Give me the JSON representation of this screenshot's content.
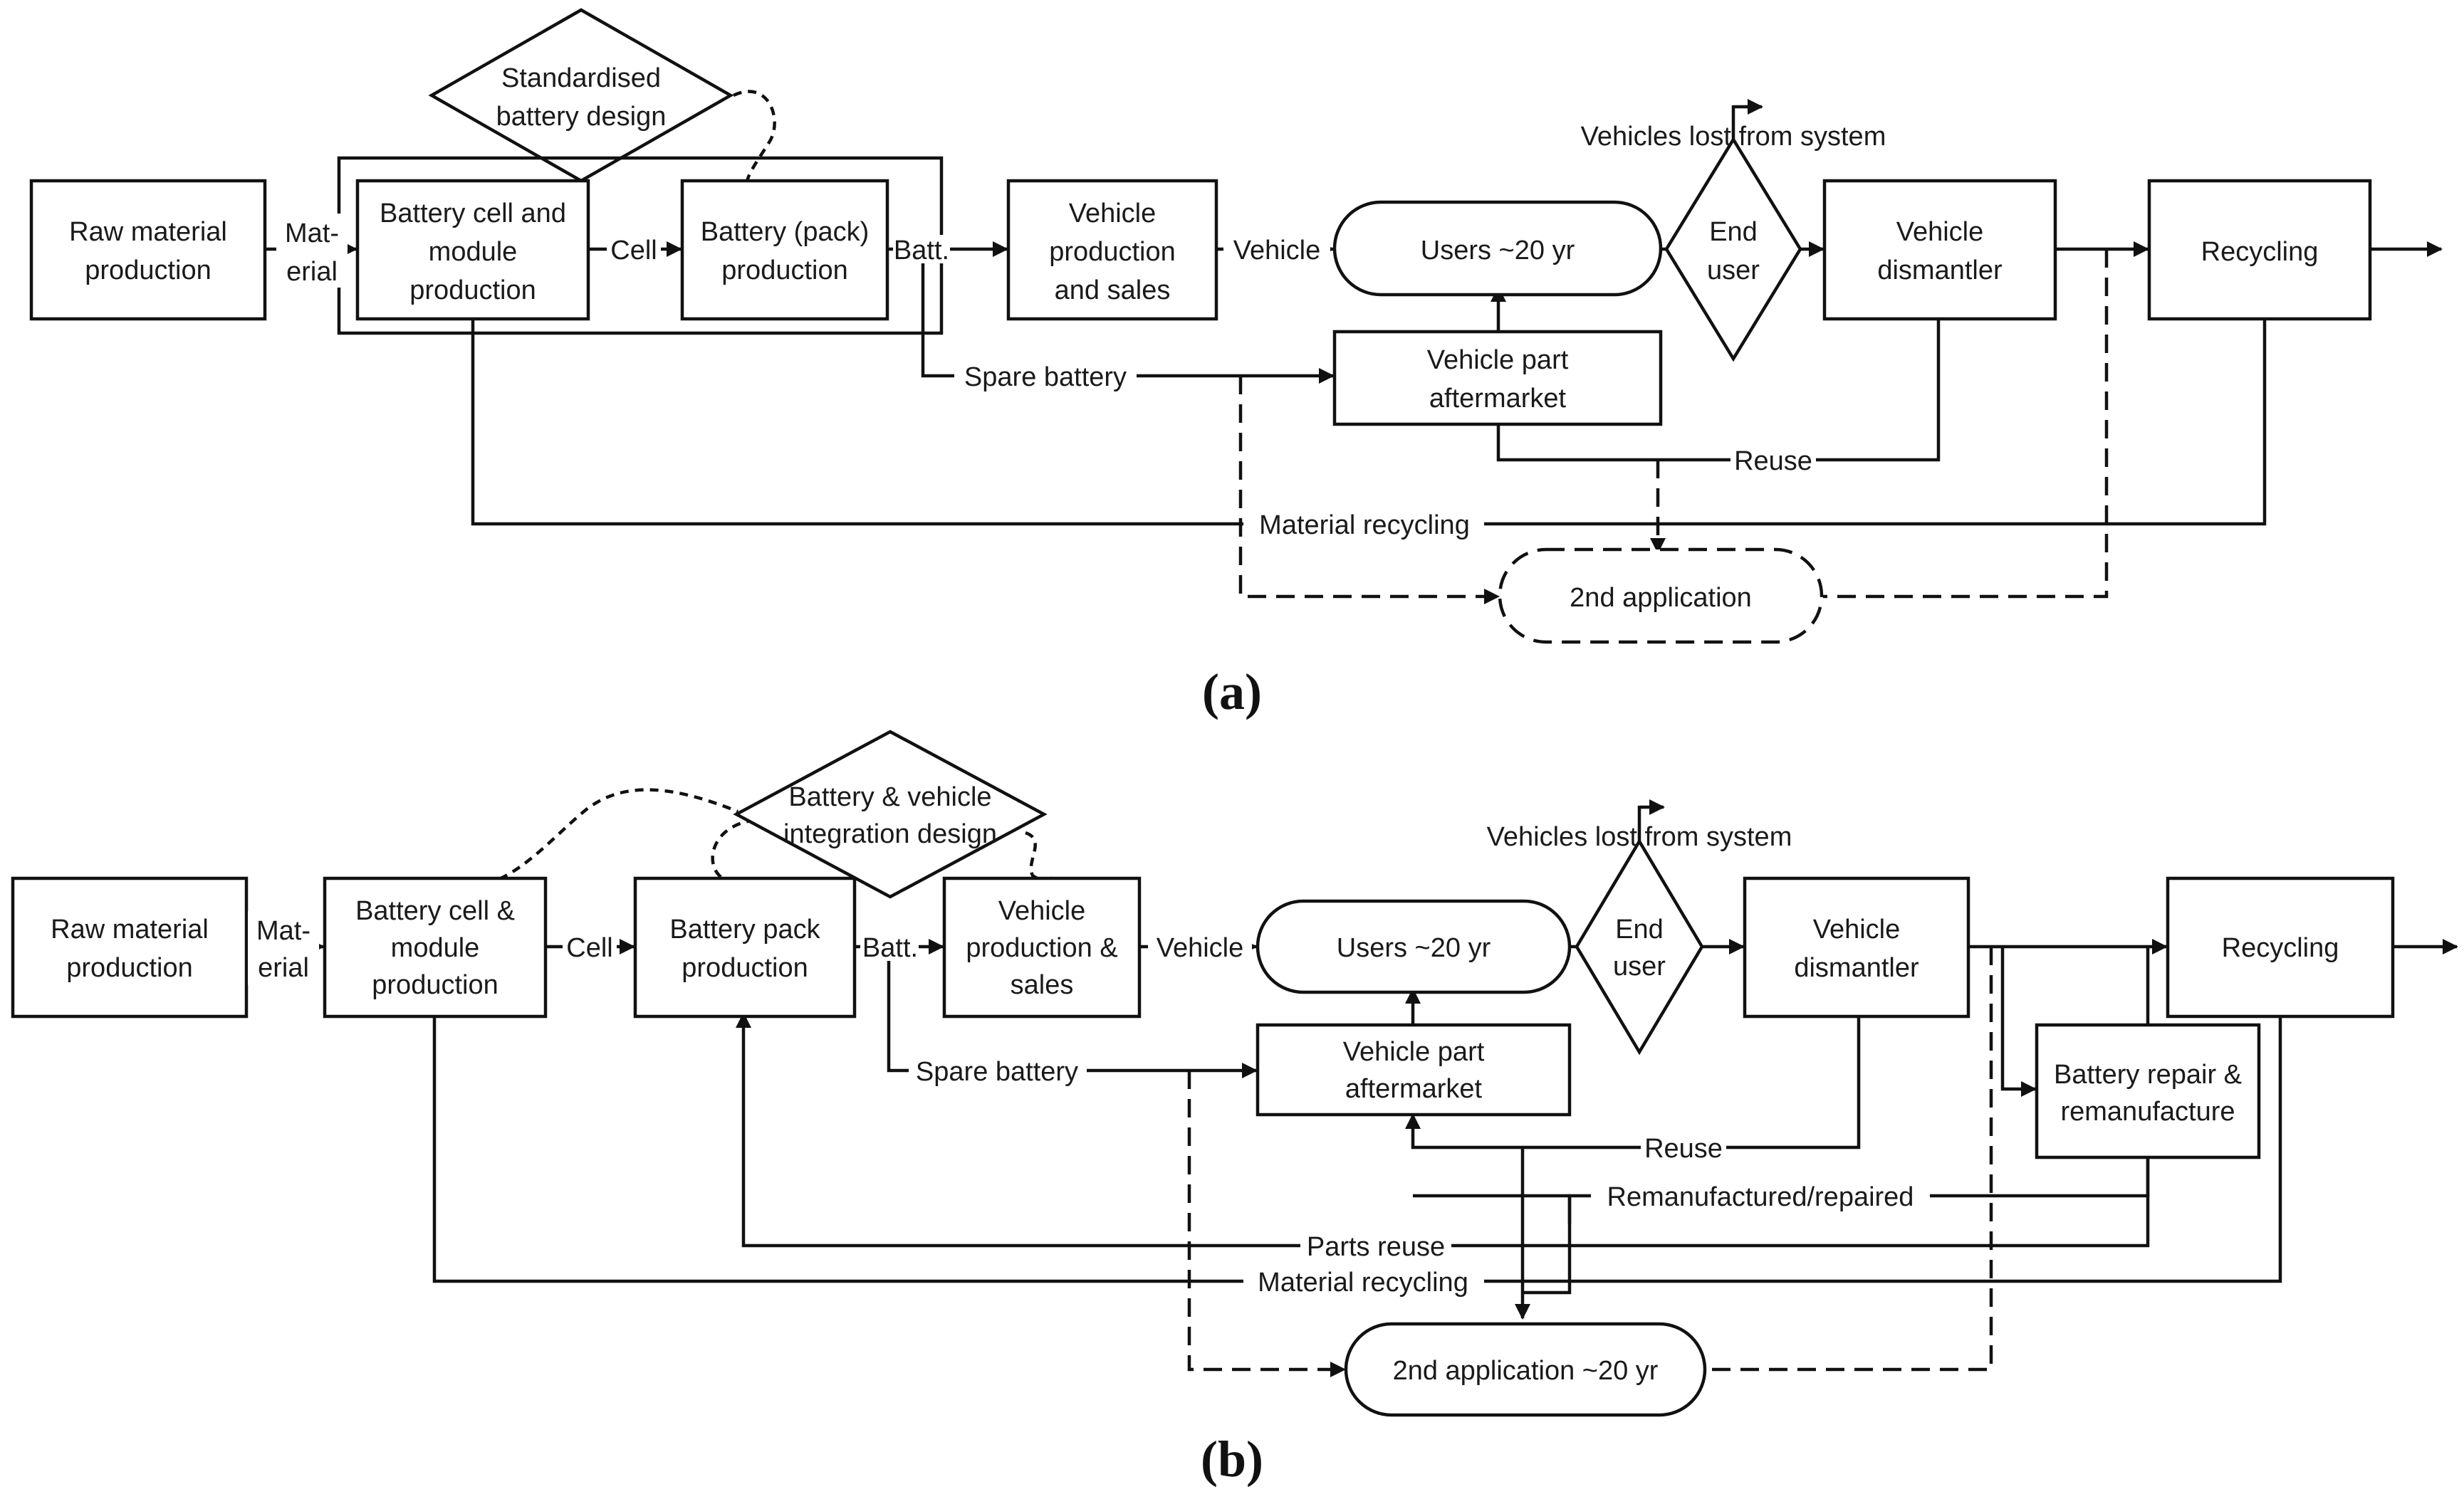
{
  "diagram_a": {
    "caption": "(a)",
    "raw_material_1": "Raw material",
    "raw_material_2": "production",
    "mat_1": "Mat-",
    "mat_2": "erial",
    "cell_module_1": "Battery cell and",
    "cell_module_2": "module",
    "cell_module_3": "production",
    "cell": "Cell",
    "pack_1": "Battery (pack)",
    "pack_2": "production",
    "batt": "Batt.",
    "vehicle_prod_1": "Vehicle",
    "vehicle_prod_2": "production",
    "vehicle_prod_3": "and sales",
    "vehicle": "Vehicle",
    "users": "Users ~20 yr",
    "end_user_1": "End",
    "end_user_2": "user",
    "lost": "Vehicles lost from system",
    "dismantler_1": "Vehicle",
    "dismantler_2": "dismantler",
    "recycling": "Recycling",
    "standardised_1": "Standardised",
    "standardised_2": "battery  design",
    "spare_battery": "Spare battery",
    "aftermarket_1": "Vehicle part",
    "aftermarket_2": "aftermarket",
    "reuse": "Reuse",
    "material_recycling": "Material recycling",
    "second_app": "2nd application"
  },
  "diagram_b": {
    "caption": "(b)",
    "raw_material_1": "Raw material",
    "raw_material_2": "production",
    "mat_1": "Mat-",
    "mat_2": "erial",
    "cell_module_1": "Battery cell &",
    "cell_module_2": "module",
    "cell_module_3": "production",
    "cell": "Cell",
    "pack_1": "Battery pack",
    "pack_2": "production",
    "batt": "Batt.",
    "vehicle_prod_1": "Vehicle",
    "vehicle_prod_2": "production &",
    "vehicle_prod_3": "sales",
    "vehicle": "Vehicle",
    "users": "Users ~20 yr",
    "end_user_1": "End",
    "end_user_2": "user",
    "lost": "Vehicles lost from system",
    "dismantler_1": "Vehicle",
    "dismantler_2": "dismantler",
    "recycling": "Recycling",
    "integration_1": "Battery & vehicle",
    "integration_2": "integration design",
    "spare_battery": "Spare battery",
    "aftermarket_1": "Vehicle part",
    "aftermarket_2": "aftermarket",
    "repair_1": "Battery repair &",
    "repair_2": "remanufacture",
    "reuse": "Reuse",
    "remanufactured": "Remanufactured/repaired",
    "parts_reuse": "Parts reuse",
    "material_recycling": "Material recycling",
    "second_app": "2nd application ~20 yr"
  }
}
